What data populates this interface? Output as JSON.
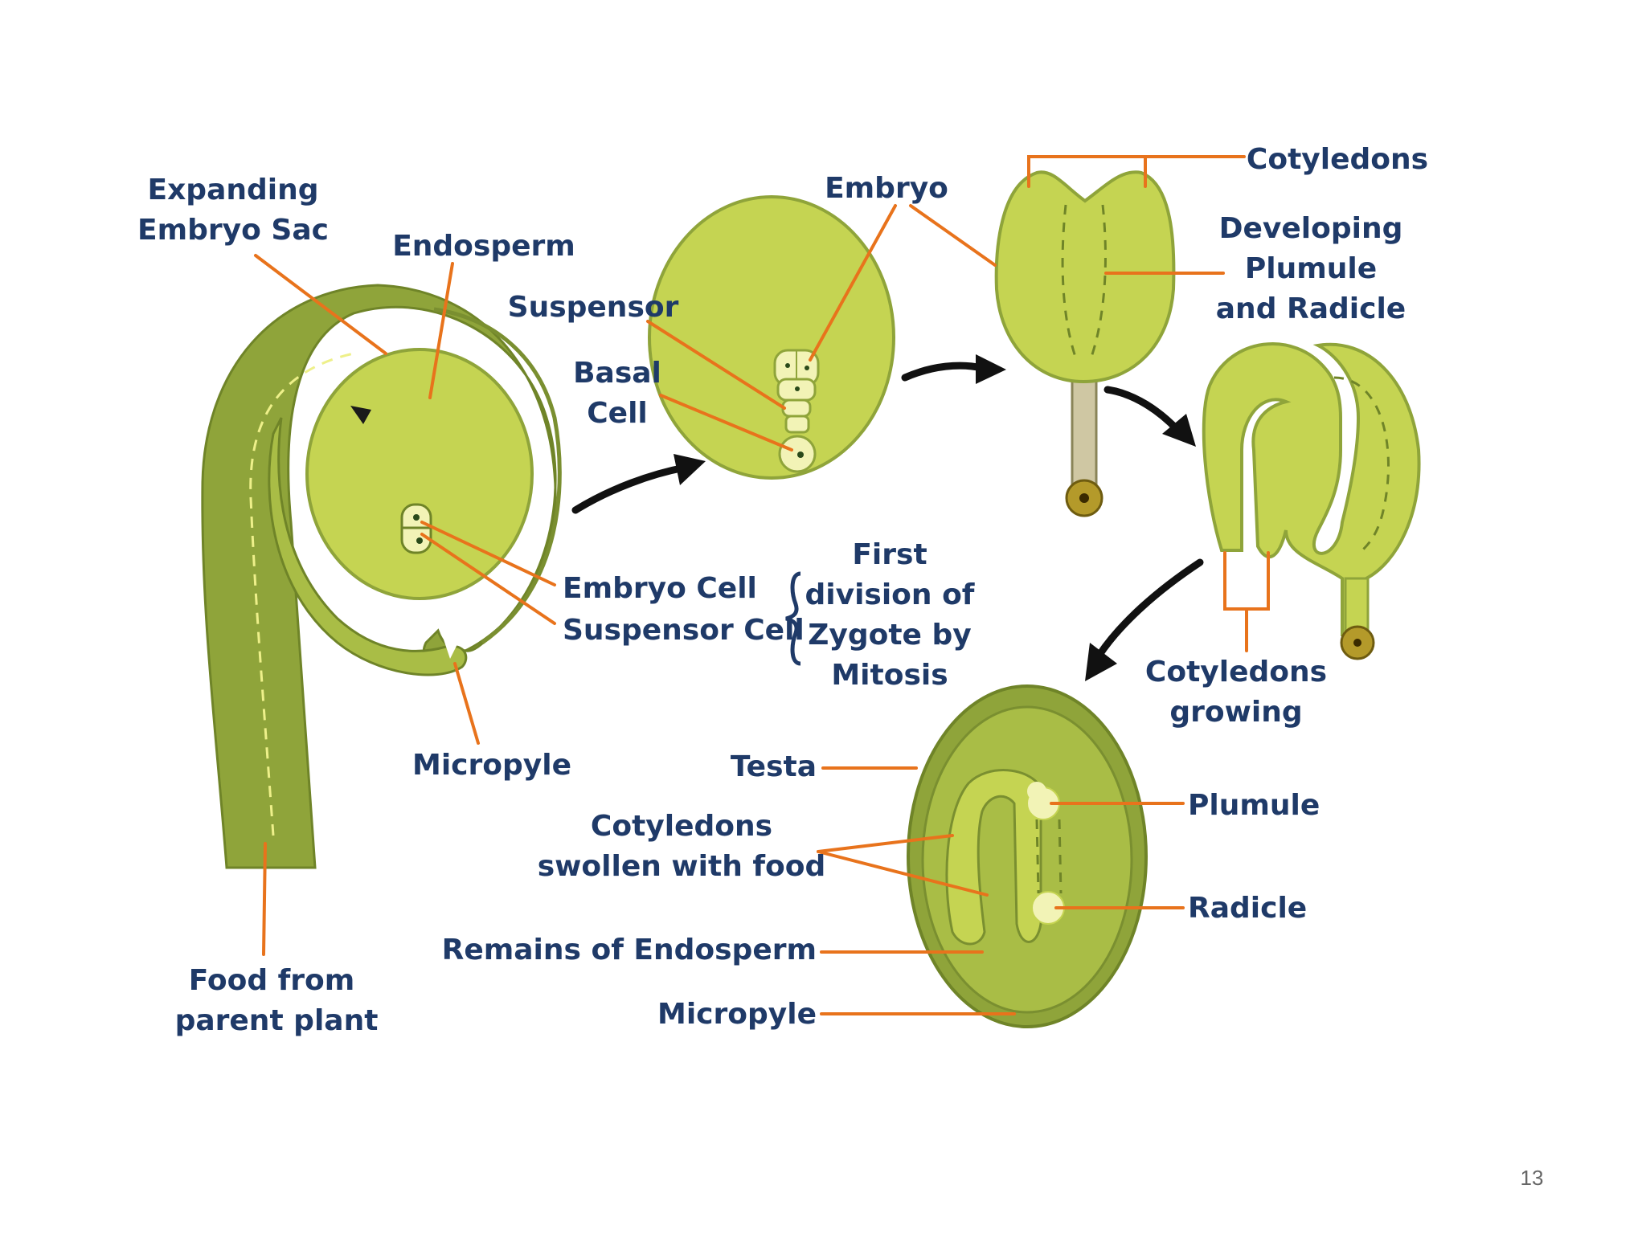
{
  "colors": {
    "tissue_dark": "#8fa43a",
    "tissue_light": "#c5d452",
    "tissue_mid": "#a9bd46",
    "cell_pale": "#f2f3b6",
    "leader": "#e8731c",
    "label_text": "#1f3a68",
    "arrow": "#111111",
    "stalk": "#cfc7a3"
  },
  "icons": {
    "arrow": "curved-arrow-icon"
  },
  "labels": {
    "expanding_line1": "Expanding",
    "expanding_line2": "Embryo Sac",
    "endosperm": "Endosperm",
    "suspensor": "Suspensor",
    "basal_line1": "Basal",
    "basal_line2": "Cell",
    "embryo": "Embryo",
    "cotyledons": "Cotyledons",
    "developing_line1": "Developing",
    "developing_line2": "Plumule",
    "developing_line3": "and Radicle",
    "embryo_cell": "Embryo Cell",
    "suspensor_cell": "Suspensor Cell",
    "first_line1": "First",
    "first_line2": "division of",
    "first_line3": "Zygote by",
    "first_line4": "Mitosis",
    "micropyle_top": "Micropyle",
    "cot_growing_line1": "Cotyledons",
    "cot_growing_line2": "growing",
    "testa": "Testa",
    "plumule": "Plumule",
    "cot_swollen_line1": "Cotyledons",
    "cot_swollen_line2": "swollen with food",
    "radicle": "Radicle",
    "remains": "Remains of Endosperm",
    "micropyle_bottom": "Micropyle",
    "food_line1": "Food from",
    "food_line2": "parent plant"
  },
  "page_number": "13"
}
